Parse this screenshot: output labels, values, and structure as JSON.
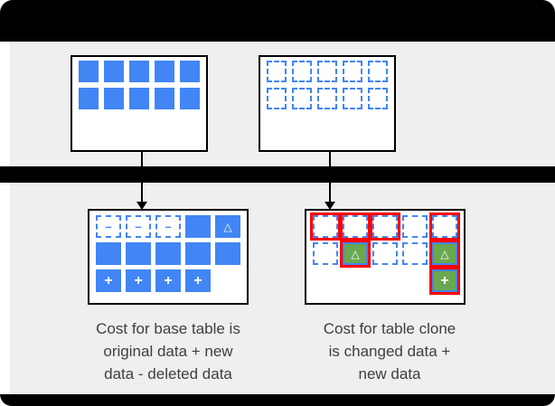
{
  "colors": {
    "blue": "#4285f4",
    "green": "#6aa84f",
    "red": "#ff0000",
    "bar_black": "#000000",
    "panel_gray": "#efefef",
    "box_border": "#000000",
    "text": "#3c4043"
  },
  "symbols": {
    "minus": "–",
    "plus": "+",
    "delta": "△"
  },
  "cell_symbols": {
    "dashed-minus": "minus",
    "solid-plus": "plus",
    "solid-delta": "delta",
    "green-delta": "delta",
    "green-plus": "plus"
  },
  "boxes": {
    "base_table_initial": {
      "cells": [
        [
          "solid",
          "solid",
          "solid",
          "solid",
          "solid"
        ],
        [
          "solid",
          "solid",
          "solid",
          "solid",
          "solid"
        ]
      ]
    },
    "table_clone_initial": {
      "cells": [
        [
          "dashed",
          "dashed",
          "dashed",
          "dashed",
          "dashed"
        ],
        [
          "dashed",
          "dashed",
          "dashed",
          "dashed",
          "dashed"
        ]
      ]
    },
    "base_table_cost": {
      "cells": [
        [
          "dashed-minus",
          "dashed-minus",
          "dashed-minus",
          "solid",
          "solid-delta"
        ],
        [
          "solid",
          "solid",
          "solid",
          "solid",
          "solid"
        ],
        [
          "solid-plus",
          "solid-plus",
          "solid-plus",
          "solid-plus",
          "none"
        ]
      ]
    },
    "table_clone_cost": {
      "cells": [
        [
          "dashed-red",
          "dashed-red",
          "dashed-red",
          "dashed",
          "dashed-red"
        ],
        [
          "dashed",
          "green-delta",
          "dashed",
          "dashed",
          "green-delta"
        ],
        [
          "none",
          "none",
          "none",
          "none",
          "green-plus"
        ]
      ]
    }
  },
  "captions": {
    "left_lines": [
      "Cost for base table is",
      "original data + new",
      "data - deleted data"
    ],
    "right_lines": [
      "Cost for table clone",
      "is changed data +",
      "new data"
    ]
  }
}
